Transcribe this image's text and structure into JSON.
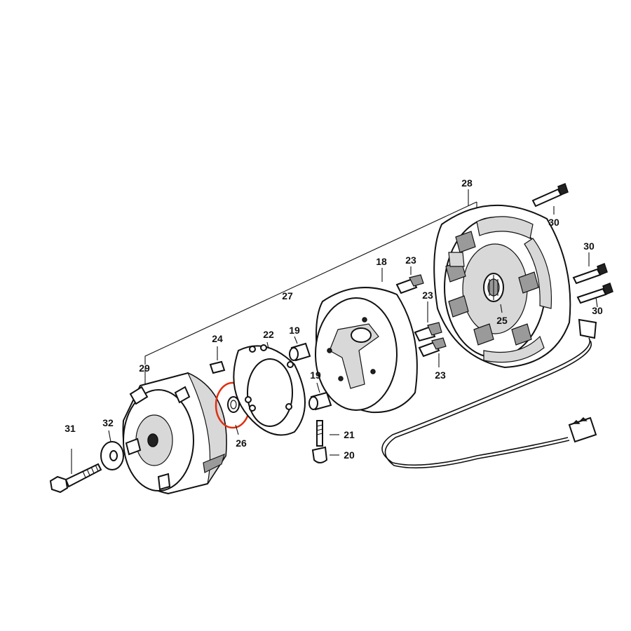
{
  "diagram": {
    "callouts": [
      {
        "id": "c31",
        "text": "31"
      },
      {
        "id": "c32",
        "text": "32"
      },
      {
        "id": "c29",
        "text": "29"
      },
      {
        "id": "c24",
        "text": "24"
      },
      {
        "id": "c26",
        "text": "26"
      },
      {
        "id": "c22",
        "text": "22"
      },
      {
        "id": "c19a",
        "text": "19"
      },
      {
        "id": "c19b",
        "text": "19"
      },
      {
        "id": "c21",
        "text": "21"
      },
      {
        "id": "c20",
        "text": "20"
      },
      {
        "id": "c27",
        "text": "27"
      },
      {
        "id": "c18",
        "text": "18"
      },
      {
        "id": "c23a",
        "text": "23"
      },
      {
        "id": "c23b",
        "text": "23"
      },
      {
        "id": "c23c",
        "text": "23"
      },
      {
        "id": "c25",
        "text": "25"
      },
      {
        "id": "c28",
        "text": "28"
      },
      {
        "id": "c30a",
        "text": "30"
      },
      {
        "id": "c30b",
        "text": "30"
      },
      {
        "id": "c30c",
        "text": "30"
      }
    ],
    "highlight_color": "#e03010",
    "line_color": "#111111"
  }
}
